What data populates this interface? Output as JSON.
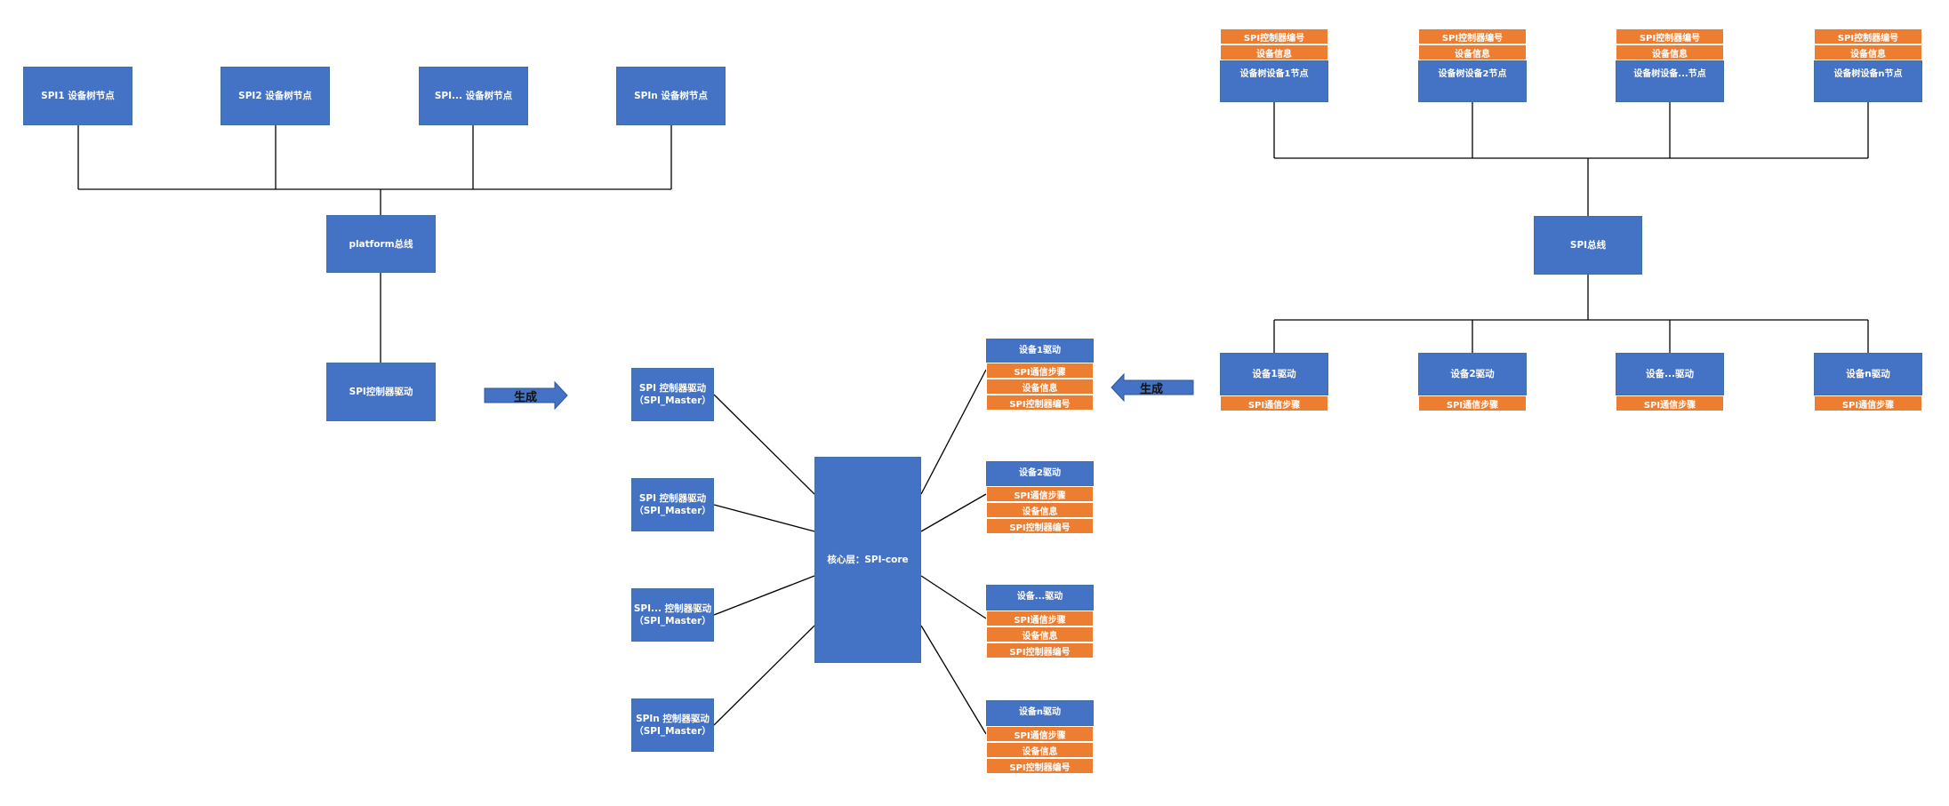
{
  "colors": {
    "blue": "#4472C4",
    "orange": "#ED7D31",
    "line": "#000000"
  },
  "left_tree": {
    "nodes": [
      "SPI1 设备树节点",
      "SPI2 设备树节点",
      "SPI... 设备树节点",
      "SPIn 设备树节点"
    ],
    "bus": "platform总线",
    "driver": "SPI控制器驱动"
  },
  "arrows": {
    "left": "生成",
    "right": "生成"
  },
  "masters": {
    "items": [
      {
        "line1": "SPI 控制器驱动",
        "line2": "（SPI_Master）"
      },
      {
        "line1": "SPI 控制器驱动",
        "line2": "（SPI_Master）"
      },
      {
        "line1": "SPI... 控制器驱动",
        "line2": "（SPI_Master）"
      },
      {
        "line1": "SPIn 控制器驱动",
        "line2": "（SPI_Master）"
      }
    ]
  },
  "core": "核心层：SPI-core",
  "device_drivers": [
    {
      "title": "设备1驱动",
      "rows": [
        "SPI通信步骤",
        "设备信息",
        "SPI控制器编号"
      ]
    },
    {
      "title": "设备2驱动",
      "rows": [
        "SPI通信步骤",
        "设备信息",
        "SPI控制器编号"
      ]
    },
    {
      "title": "设备...驱动",
      "rows": [
        "SPI通信步骤",
        "设备信息",
        "SPI控制器编号"
      ]
    },
    {
      "title": "设备n驱动",
      "rows": [
        "SPI通信步骤",
        "设备信息",
        "SPI控制器编号"
      ]
    }
  ],
  "right_tree": {
    "nodes": [
      {
        "row1": "SPI控制器编号",
        "row2": "设备信息",
        "title": "设备树设备1节点"
      },
      {
        "row1": "SPI控制器编号",
        "row2": "设备信息",
        "title": "设备树设备2节点"
      },
      {
        "row1": "SPI控制器编号",
        "row2": "设备信息",
        "title": "设备树设备...节点"
      },
      {
        "row1": "SPI控制器编号",
        "row2": "设备信息",
        "title": "设备树设备n节点"
      }
    ],
    "bus": "SPI总线",
    "drivers": [
      {
        "title": "设备1驱动",
        "row": "SPI通信步骤"
      },
      {
        "title": "设备2驱动",
        "row": "SPI通信步骤"
      },
      {
        "title": "设备...驱动",
        "row": "SPI通信步骤"
      },
      {
        "title": "设备n驱动",
        "row": "SPI通信步骤"
      }
    ]
  }
}
